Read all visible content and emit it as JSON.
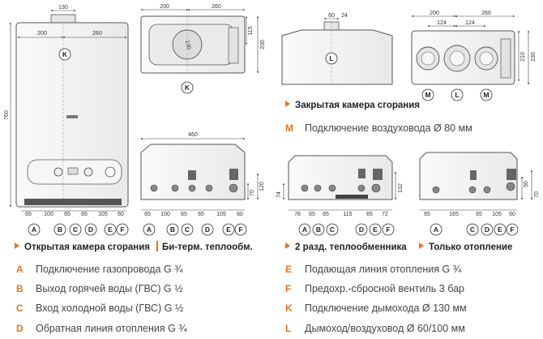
{
  "colors": {
    "accent": "#e8731f",
    "line": "#555555",
    "body": "#f2f2f2",
    "text": "#333333"
  },
  "front_view": {
    "dims": {
      "top_flue": "130",
      "left_width": "200",
      "right_width": "260",
      "height": "760"
    },
    "markers": [
      "K"
    ],
    "bottom_dims": [
      "65",
      "100",
      "65",
      "65",
      "105",
      "60"
    ],
    "bottom_markers": [
      "A",
      "B",
      "C",
      "D",
      "E",
      "F"
    ]
  },
  "top_view": {
    "dims": {
      "left": "200",
      "right": "260",
      "d115": "115",
      "d230": "230",
      "flue": "130"
    },
    "markers": [
      "K"
    ]
  },
  "closed_front": {
    "dims": {
      "w": "60",
      "d": "24"
    },
    "markers": [
      "L"
    ]
  },
  "closed_top": {
    "dims": {
      "left": "200",
      "right": "260",
      "a124": "124",
      "b124": "124",
      "d210": "210",
      "d230": "230"
    },
    "markers": [
      "M",
      "L",
      "M"
    ]
  },
  "bottom_view_1": {
    "dims": {
      "width": "460",
      "h70": "70",
      "h120": "120"
    },
    "bottom_dims": [
      "65",
      "100",
      "65",
      "65",
      "105",
      "60"
    ],
    "markers": [
      "A",
      "B",
      "C",
      "D",
      "E",
      "F"
    ]
  },
  "bottom_view_2": {
    "dims": {
      "h74": "74",
      "h132": "132"
    },
    "bottom_dims": [
      "78",
      "65",
      "65",
      "115",
      "65",
      "72"
    ],
    "markers": [
      "A",
      "B",
      "C",
      "D",
      "E",
      "F"
    ]
  },
  "bottom_view_3": {
    "dims": {
      "h50": "50",
      "h70": "70"
    },
    "bottom_dims": [
      "65",
      "165",
      "65",
      "105",
      "60"
    ],
    "markers": [
      "A",
      "C",
      "D",
      "E",
      "F"
    ]
  },
  "captions": {
    "open_chamber": "Открытая камера сгорания",
    "bitherm": "Би-терм. теплообм.",
    "closed_chamber": "Закрытая камера сгорания",
    "two_exchanger": "2 разд. теплообменника",
    "heating_only": "Только отопление"
  },
  "legend": {
    "closed": [
      {
        "letter": "M",
        "text": "Подключение воздуховода Ø 80 мм"
      }
    ],
    "left": [
      {
        "letter": "A",
        "text": "Подключение газопровода G ¾"
      },
      {
        "letter": "B",
        "text": "Выход горячей воды (ГВС) G ½"
      },
      {
        "letter": "C",
        "text": "Вход холодной воды (ГВС) G ½"
      },
      {
        "letter": "D",
        "text": "Обратная линия отопления G ¾"
      }
    ],
    "right": [
      {
        "letter": "E",
        "text": "Подающая линия отопления G ¾"
      },
      {
        "letter": "F",
        "text": "Предохр.-сбросной вентиль 3 бар"
      },
      {
        "letter": "K",
        "text": "Подключение дымохода Ø 130 мм"
      },
      {
        "letter": "L",
        "text": "Дымоход/воздуховод Ø 60/100 мм"
      }
    ]
  }
}
